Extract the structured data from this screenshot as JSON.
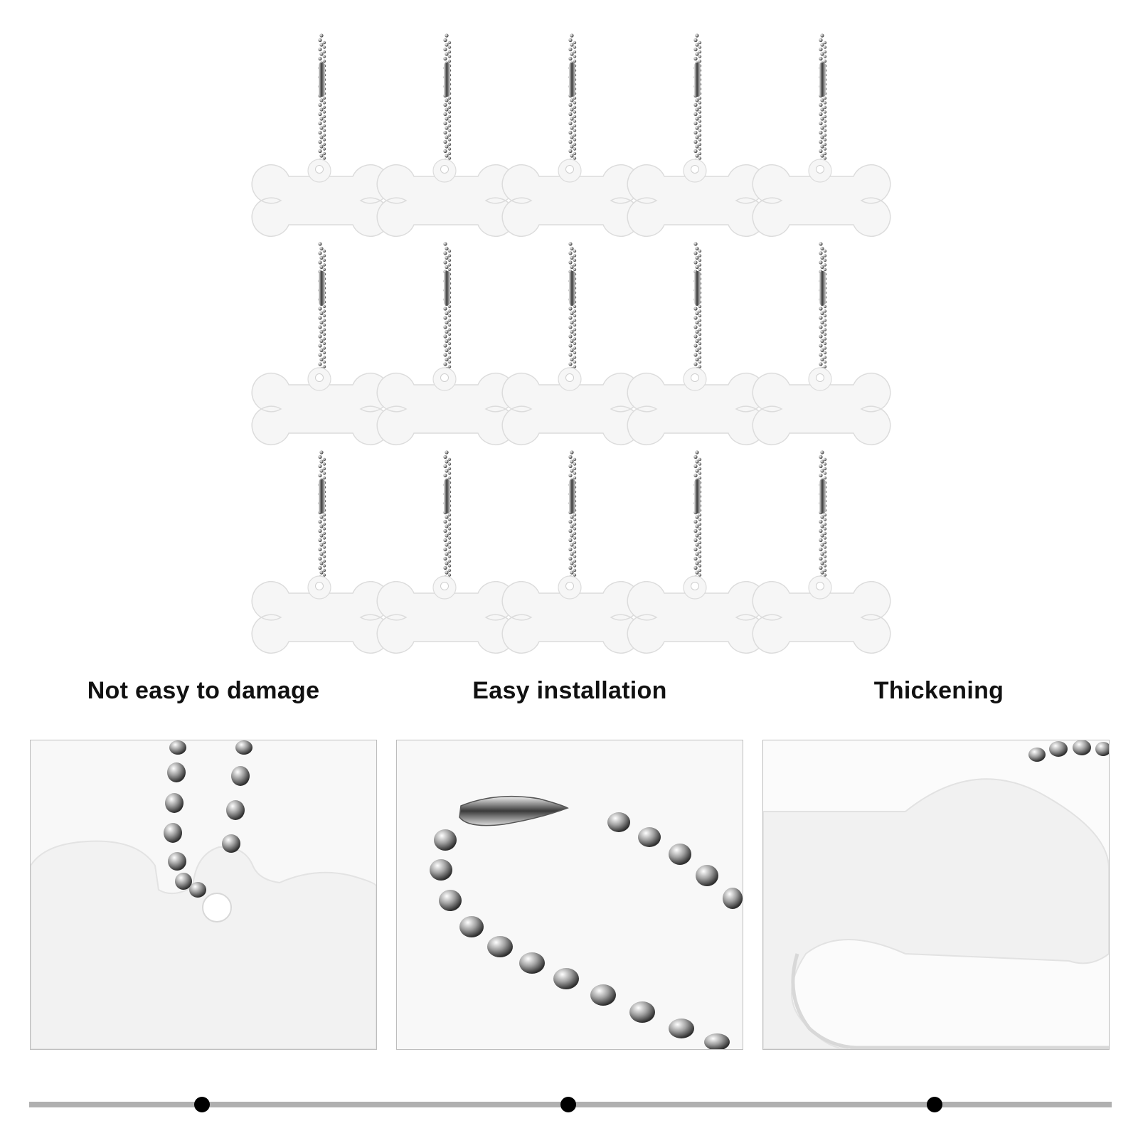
{
  "product": {
    "item_name": "bone-tag-keychain",
    "rows": 3,
    "columns": 5
  },
  "features": [
    {
      "caption": "Not easy to damage"
    },
    {
      "caption": "Easy installation"
    },
    {
      "caption": "Thickening"
    }
  ],
  "colors": {
    "tag": "#f6f6f6",
    "tag_edge": "#dcdcdc",
    "chain": "#8a8a8a",
    "caption": "#111111",
    "timeline_line": "#b0b0b0",
    "timeline_dot": "#000000"
  }
}
